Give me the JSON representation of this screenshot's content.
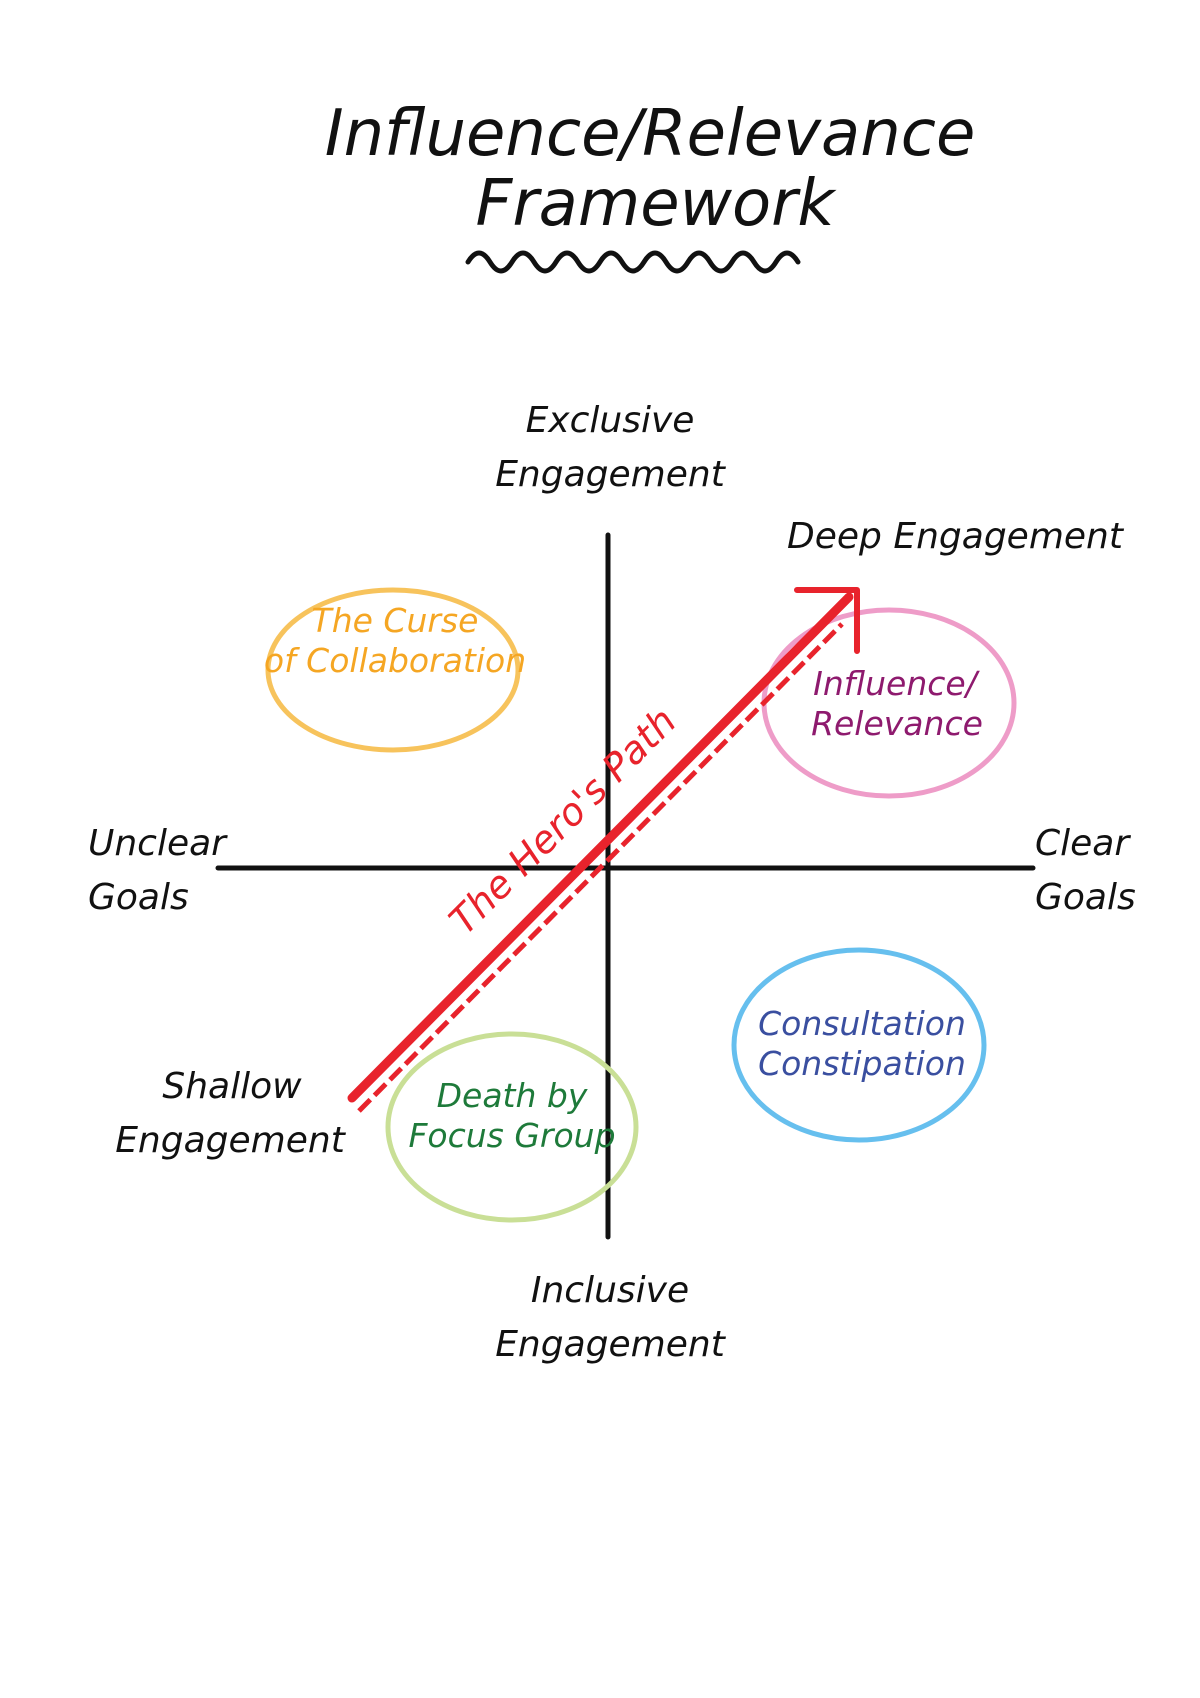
{
  "title": {
    "line1": "Influence/Relevance",
    "line2": "Framework"
  },
  "axes": {
    "top": {
      "line1": "Exclusive",
      "line2": "Engagement"
    },
    "bottom": {
      "line1": "Inclusive",
      "line2": "Engagement"
    },
    "left": {
      "line1": "Unclear",
      "line2": "Goals"
    },
    "right": {
      "line1": "Clear",
      "line2": "Goals"
    }
  },
  "zones": {
    "curse": {
      "line1": "The Curse",
      "line2": "of Collaboration",
      "color": "#f5a623",
      "ring": "#f7c35c"
    },
    "influence": {
      "line1": "Influence/",
      "line2": "Relevance",
      "color": "#8e1a6e",
      "ring": "#ee9cc8"
    },
    "consultation": {
      "line1": "Consultation",
      "line2": "Constipation",
      "color": "#3a4fa0",
      "ring": "#66bfee"
    },
    "death": {
      "line1": "Death by",
      "line2": "Focus Group",
      "color": "#1e7a3a",
      "ring": "#c9df96"
    }
  },
  "path": {
    "label": "The Hero's Path",
    "start": {
      "line1": "Shallow",
      "line2": "Engagement"
    },
    "end": "Deep Engagement",
    "color": "#e8232c"
  }
}
